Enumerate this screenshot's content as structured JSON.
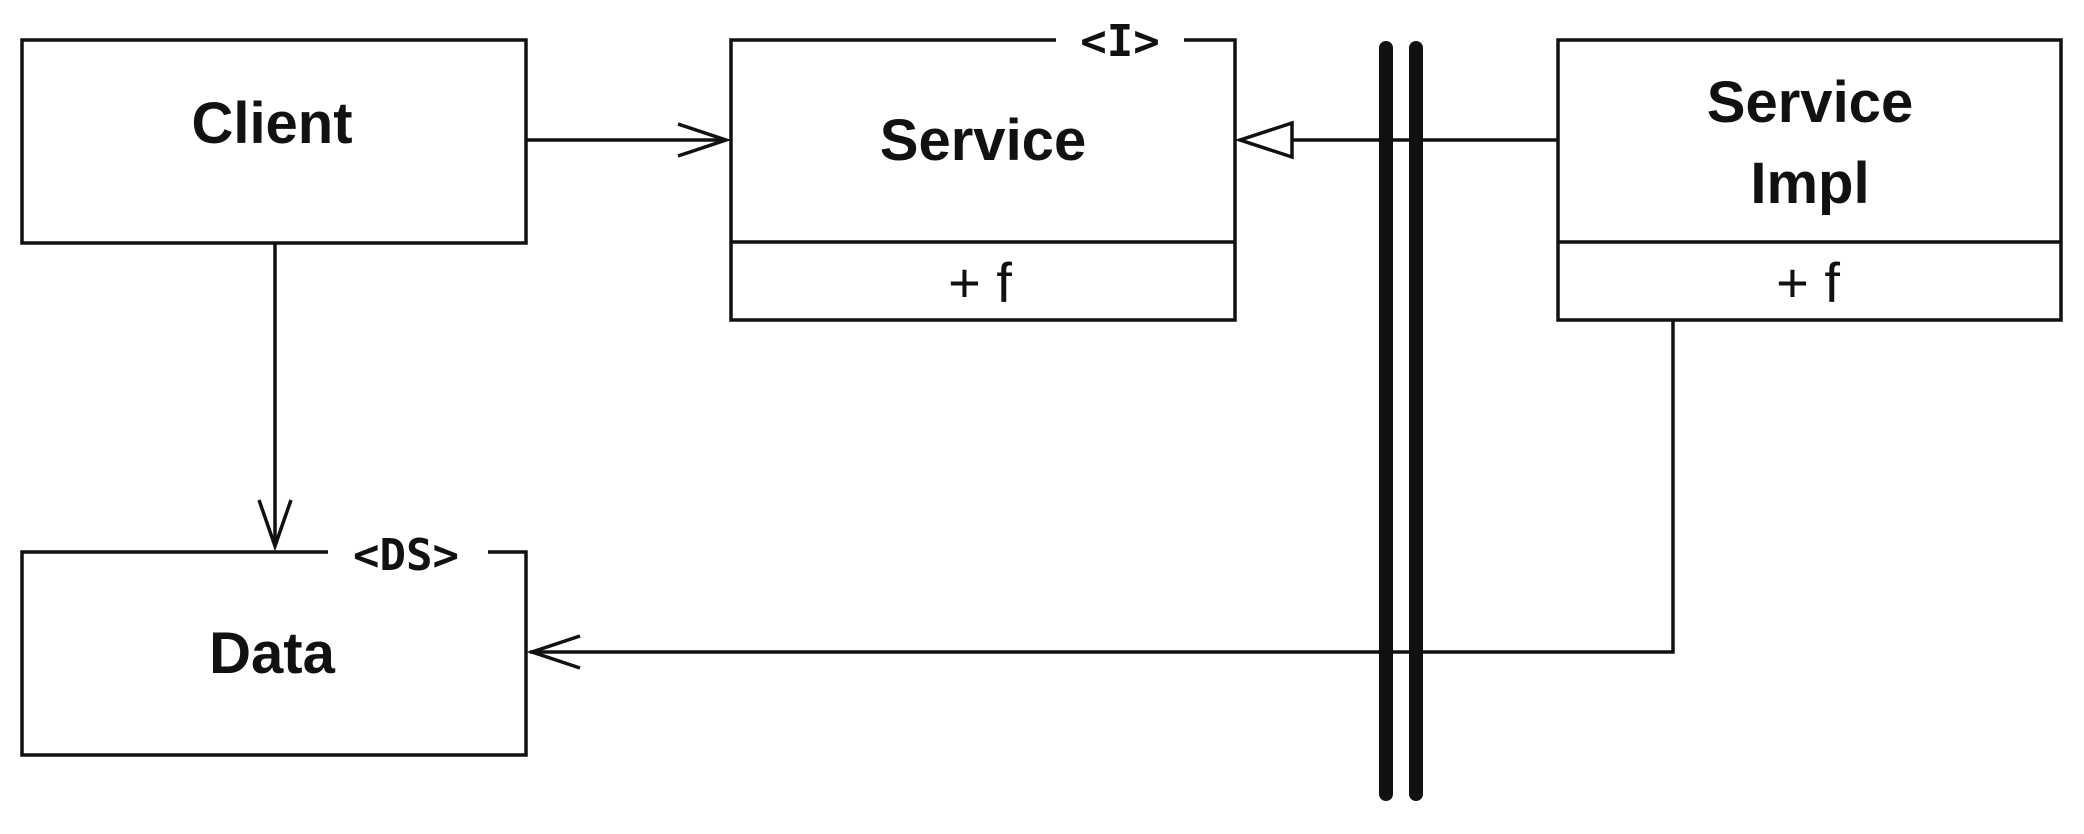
{
  "diagram": {
    "client": {
      "title": "Client"
    },
    "service": {
      "title": "Service",
      "stereotype": "<I>",
      "member": "+ f"
    },
    "service_impl": {
      "title_line1": "Service",
      "title_line2": "Impl",
      "member": "+ f"
    },
    "data": {
      "title": "Data",
      "stereotype": "<DS>"
    }
  }
}
